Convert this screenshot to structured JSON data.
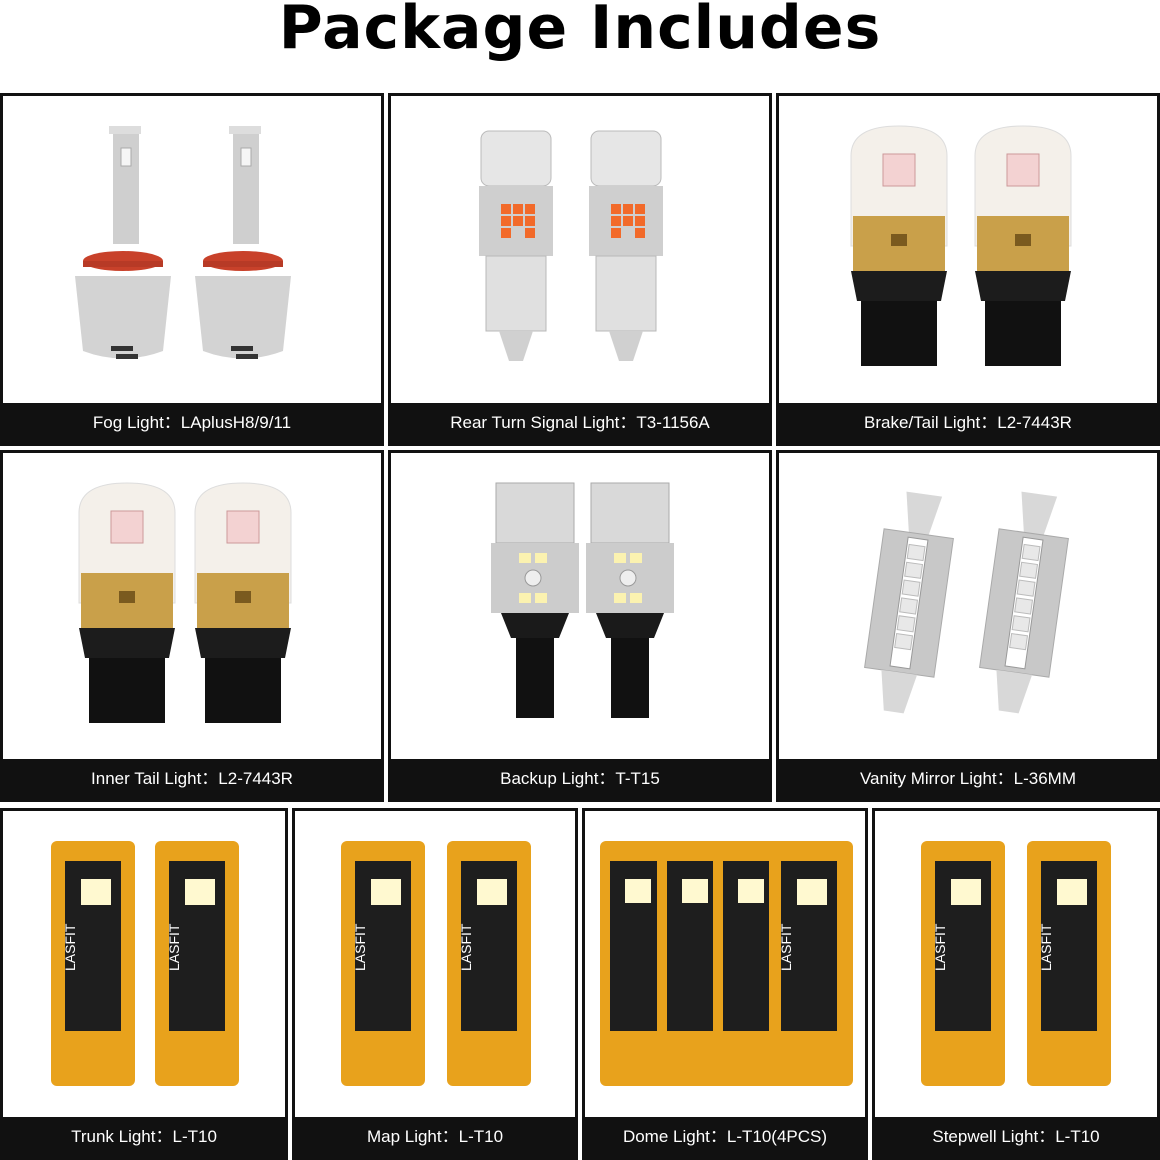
{
  "title": "Package Includes",
  "panels": [
    {
      "caption": "Fog Light：LAplusH8/9/11"
    },
    {
      "caption": "Rear Turn Signal Light：T3-1156A"
    },
    {
      "caption": "Brake/Tail Light：L2-7443R"
    },
    {
      "caption": "Inner Tail Light：L2-7443R"
    },
    {
      "caption": "Backup Light：T-T15"
    },
    {
      "caption": "Vanity Mirror Light：L-36MM"
    },
    {
      "caption": "Trunk Light：L-T10"
    },
    {
      "caption": "Map Light：L-T10"
    },
    {
      "caption": "Dome Light：L-T10(4PCS)"
    },
    {
      "caption": "Stepwell Light：L-T10"
    }
  ],
  "pcb_brand": "LASFIT",
  "colors": {
    "caption_bg": "#111111",
    "caption_text": "#ffffff",
    "pcb_orange": "#e8a21c",
    "gold": "#c9a04a"
  }
}
